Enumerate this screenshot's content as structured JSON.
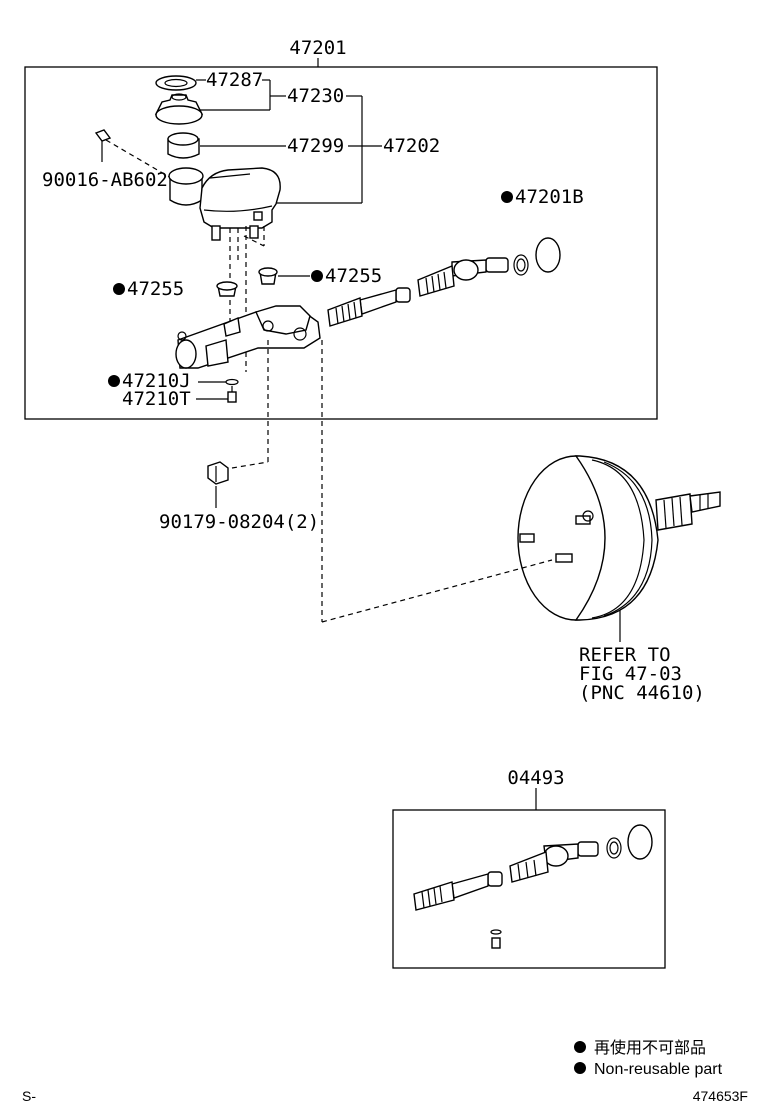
{
  "labels": {
    "p47201": "47201",
    "p47287": "47287",
    "p47230": "47230",
    "p47299": "47299",
    "p47202": "47202",
    "p90016": "90016-AB602",
    "p47201B": "47201B",
    "p47255a": "47255",
    "p47255b": "47255",
    "p47210J": "47210J",
    "p47210T": "47210T",
    "p90179": "90179-08204(2)",
    "refer1": "REFER TO",
    "refer2": "FIG 47-03",
    "refer3": "(PNC 44610)",
    "p04493": "04493"
  },
  "legend": {
    "line1": "再使用不可部品",
    "line2": "Non-reusable part"
  },
  "corner": {
    "left": "S-",
    "right": "474653F"
  },
  "colors": {
    "ink": "#000000",
    "background": "#ffffff"
  }
}
